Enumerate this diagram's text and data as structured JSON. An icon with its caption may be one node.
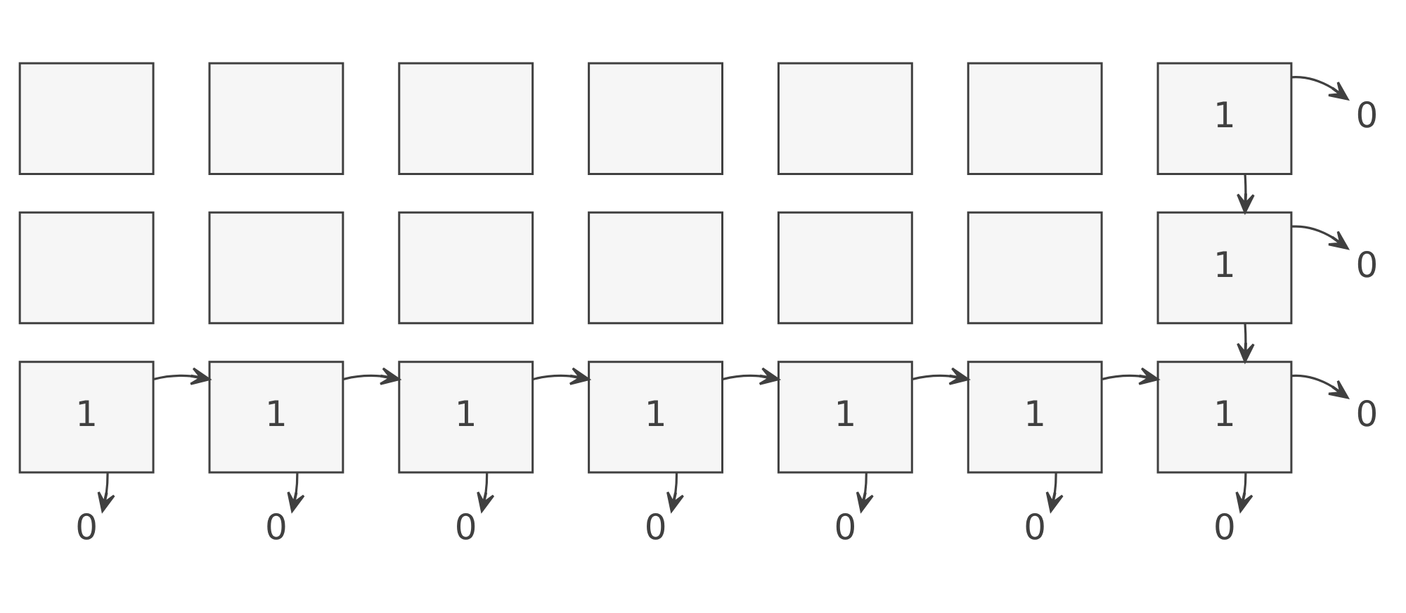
{
  "diagram": {
    "nodes": [
      {
        "text": [],
        "shape": "box"
      },
      {
        "text": [],
        "shape": "box"
      },
      {
        "text": [],
        "shape": "box"
      },
      {
        "text": [],
        "shape": "box"
      },
      {
        "text": [],
        "shape": "box"
      },
      {
        "text": [],
        "shape": "box"
      },
      {
        "text": [
          "1"
        ]
      },
      {
        "text": [
          "0"
        ]
      },
      {
        "text": [],
        "shape": "box"
      },
      {
        "text": [],
        "shape": "box"
      },
      {
        "text": [],
        "shape": "box"
      },
      {
        "text": [],
        "shape": "box"
      },
      {
        "text": [],
        "shape": "box"
      },
      {
        "text": [],
        "shape": "box"
      },
      {
        "text": [
          "1"
        ]
      },
      {
        "text": [
          "0"
        ]
      },
      {
        "text": [
          "1"
        ]
      },
      {
        "text": [
          "1"
        ]
      },
      {
        "text": [
          "1"
        ]
      },
      {
        "text": [
          "1"
        ]
      },
      {
        "text": [
          "1"
        ]
      },
      {
        "text": [
          "1"
        ]
      },
      {
        "text": [
          "1"
        ]
      },
      {
        "text": [
          "0"
        ]
      },
      {
        "text": [
          "0"
        ]
      },
      {
        "text": [
          "0"
        ]
      },
      {
        "text": [
          "0"
        ]
      },
      {
        "text": [
          "0"
        ]
      },
      {
        "text": [
          "0"
        ]
      },
      {
        "text": [
          "0"
        ]
      },
      {
        "text": [
          "0"
        ]
      }
    ],
    "edges": [
      {
        "from": 6,
        "to": 7,
        "arrow": "to"
      },
      {
        "from": 6,
        "to": 14,
        "arrow": "to"
      },
      {
        "from": 14,
        "to": 15,
        "arrow": "to"
      },
      {
        "from": 14,
        "to": 22,
        "arrow": "to"
      },
      {
        "from": 16,
        "to": 17,
        "arrow": "to"
      },
      {
        "from": 17,
        "to": 18,
        "arrow": "to"
      },
      {
        "from": 18,
        "to": 19,
        "arrow": "to"
      },
      {
        "from": 19,
        "to": 20,
        "arrow": "to"
      },
      {
        "from": 20,
        "to": 21,
        "arrow": "to"
      },
      {
        "from": 21,
        "to": 22,
        "arrow": "to"
      },
      {
        "from": 22,
        "to": 23,
        "arrow": "to"
      },
      {
        "from": 16,
        "to": 24,
        "arrow": "to"
      },
      {
        "from": 17,
        "to": 25,
        "arrow": "to"
      },
      {
        "from": 18,
        "to": 26,
        "arrow": "to"
      },
      {
        "from": 19,
        "to": 27,
        "arrow": "to"
      },
      {
        "from": 20,
        "to": 28,
        "arrow": "to"
      },
      {
        "from": 21,
        "to": 29,
        "arrow": "to"
      },
      {
        "from": 22,
        "to": 30,
        "arrow": "to"
      }
    ]
  }
}
